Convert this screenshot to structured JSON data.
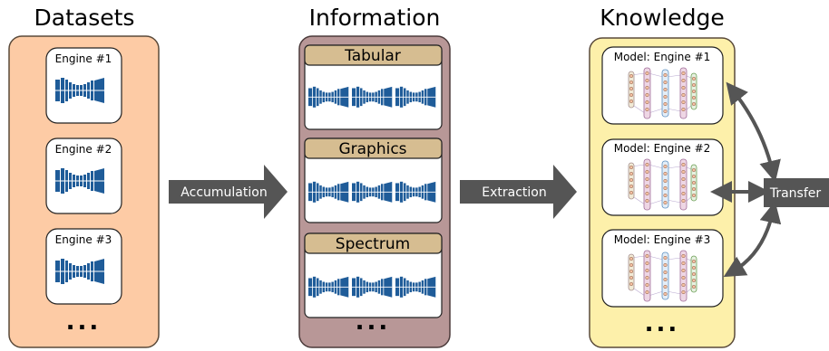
{
  "columns": {
    "datasets": {
      "title": "Datasets",
      "cards": [
        "Engine #1",
        "Engine #2",
        "Engine #3"
      ],
      "more": "..."
    },
    "information": {
      "title": "Information",
      "sections": [
        "Tabular",
        "Graphics",
        "Spectrum"
      ],
      "more": "..."
    },
    "knowledge": {
      "title": "Knowledge",
      "cards": [
        "Model: Engine #1",
        "Model: Engine #2",
        "Model: Engine #3"
      ],
      "more": "..."
    }
  },
  "arrows": {
    "accumulation": "Accumulation",
    "extraction": "Extraction",
    "transfer": "Transfer"
  },
  "colors": {
    "datasets_fill": "#fdcba5",
    "information_fill": "#b89797",
    "knowledge_fill": "#fdf0aa",
    "band_fill": "#d6bd91",
    "arrow_fill": "#555555",
    "engine_blue": "#1f5c99"
  },
  "icons": [
    "turbofan-engine-icon",
    "neural-network-icon"
  ]
}
